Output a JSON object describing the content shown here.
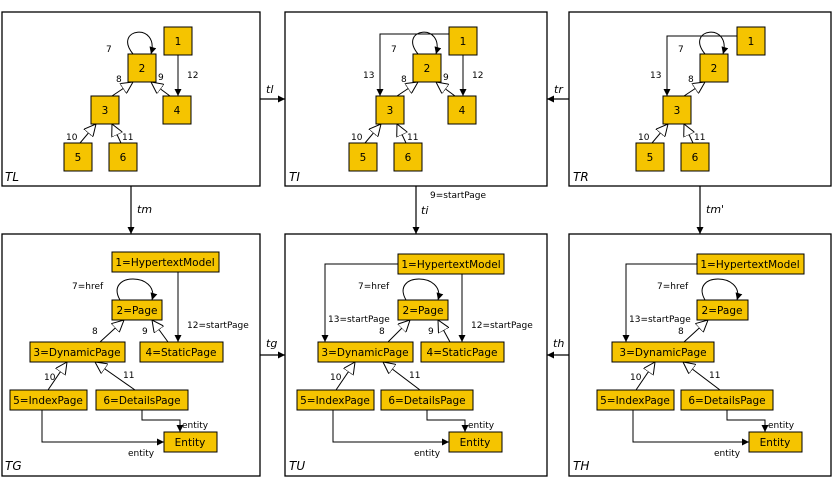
{
  "colors": {
    "node_fill": "#f5c400",
    "stroke": "#000000",
    "background": "#ffffff"
  },
  "panels": {
    "TL": {
      "label": "TL",
      "nodes": {
        "n1": "1",
        "n2": "2",
        "n3": "3",
        "n4": "4",
        "n5": "5",
        "n6": "6"
      },
      "edges": {
        "e7": "7",
        "e8": "8",
        "e9": "9",
        "e10": "10",
        "e11": "11",
        "e12": "12"
      }
    },
    "TI": {
      "label": "TI",
      "nodes": {
        "n1": "1",
        "n2": "2",
        "n3": "3",
        "n4": "4",
        "n5": "5",
        "n6": "6"
      },
      "edges": {
        "e7": "7",
        "e8": "8",
        "e9": "9",
        "e10": "10",
        "e11": "11",
        "e12": "12",
        "e13": "13"
      }
    },
    "TR": {
      "label": "TR",
      "nodes": {
        "n1": "1",
        "n2": "2",
        "n3": "3",
        "n5": "5",
        "n6": "6"
      },
      "edges": {
        "e7": "7",
        "e8": "8",
        "e10": "10",
        "e11": "11",
        "e13": "13"
      }
    },
    "TG": {
      "label": "TG",
      "nodes": {
        "n1": "1=HypertextModel",
        "n2": "2=Page",
        "n3": "3=DynamicPage",
        "n4": "4=StaticPage",
        "n5": "5=IndexPage",
        "n6": "6=DetailsPage",
        "entity": "Entity"
      },
      "edges": {
        "e7": "7=href",
        "e8": "8",
        "e9": "9",
        "e10": "10",
        "e11": "11",
        "e12": "12=startPage",
        "entity_a": "entity",
        "entity_b": "entity"
      }
    },
    "TU": {
      "label": "TU",
      "nodes": {
        "n1": "1=HypertextModel",
        "n2": "2=Page",
        "n3": "3=DynamicPage",
        "n4": "4=StaticPage",
        "n5": "5=IndexPage",
        "n6": "6=DetailsPage",
        "entity": "Entity"
      },
      "edges": {
        "e7": "7=href",
        "e8": "8",
        "e9": "9",
        "e10": "10",
        "e11": "11",
        "e12": "12=startPage",
        "e13": "13=startPage",
        "entity_a": "entity",
        "entity_b": "entity"
      }
    },
    "TH": {
      "label": "TH",
      "nodes": {
        "n1": "1=HypertextModel",
        "n2": "2=Page",
        "n3": "3=DynamicPage",
        "n5": "5=IndexPage",
        "n6": "6=DetailsPage",
        "entity": "Entity"
      },
      "edges": {
        "e7": "7=href",
        "e8": "8",
        "e10": "10",
        "e11": "11",
        "e13": "13=startPage",
        "entity_a": "entity",
        "entity_b": "entity"
      }
    }
  },
  "morphisms": {
    "tl": "tl",
    "tr": "tr",
    "tm": "tm",
    "ti": "ti",
    "ti_note": "9=startPage",
    "tm_prime": "tm'",
    "tg": "tg",
    "th": "th"
  }
}
